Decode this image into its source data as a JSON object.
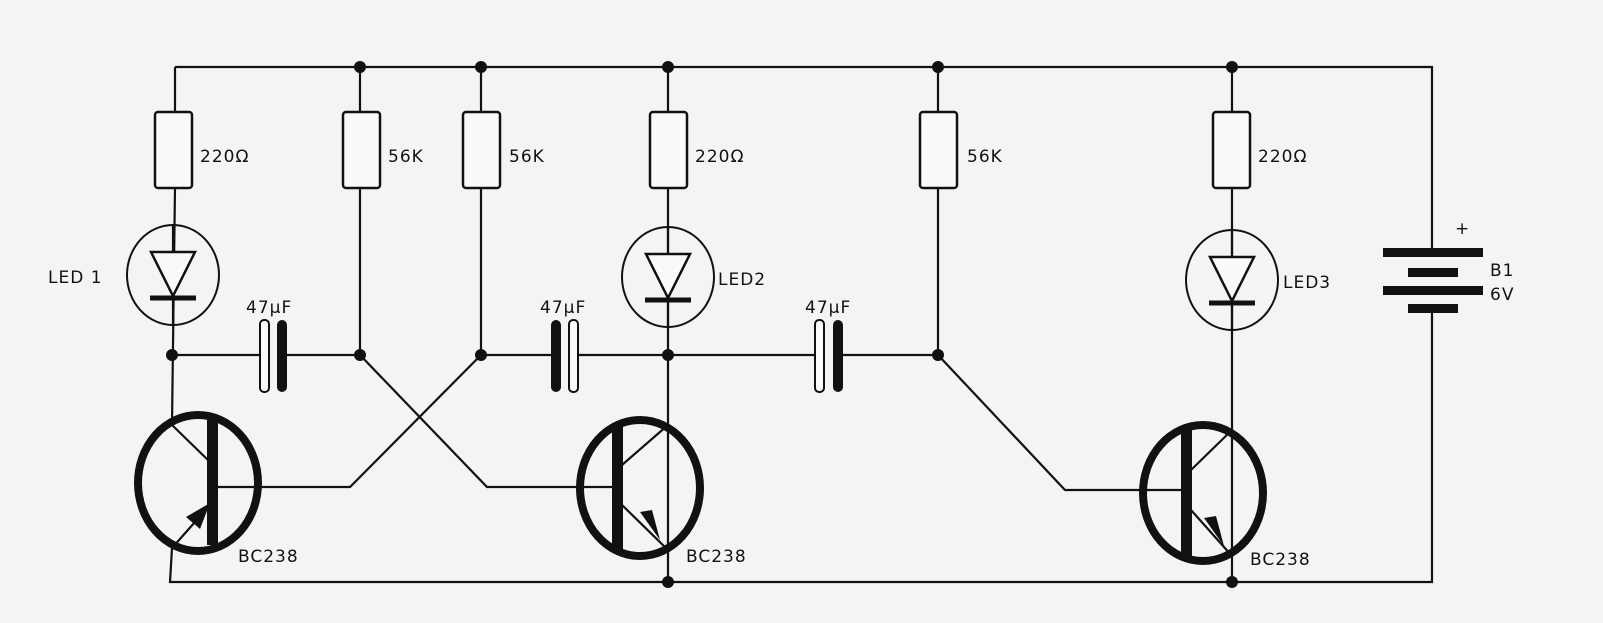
{
  "diagram": {
    "type": "circuit-schematic",
    "resistors": [
      {
        "id": "R1",
        "label": "220Ω"
      },
      {
        "id": "R2",
        "label": "56K"
      },
      {
        "id": "R3",
        "label": "56K"
      },
      {
        "id": "R4",
        "label": "220Ω"
      },
      {
        "id": "R5",
        "label": "56K"
      },
      {
        "id": "R6",
        "label": "220Ω"
      }
    ],
    "leds": [
      {
        "label": "LED 1"
      },
      {
        "label": "LED2"
      },
      {
        "label": "LED3"
      }
    ],
    "capacitors": [
      {
        "label": "47µF"
      },
      {
        "label": "47µF"
      },
      {
        "label": "47µF"
      }
    ],
    "transistors": [
      {
        "label": "BC238"
      },
      {
        "label": "BC238"
      },
      {
        "label": "BC238"
      }
    ],
    "battery": {
      "name": "B1",
      "voltage": "6V",
      "polarity": "+"
    }
  }
}
